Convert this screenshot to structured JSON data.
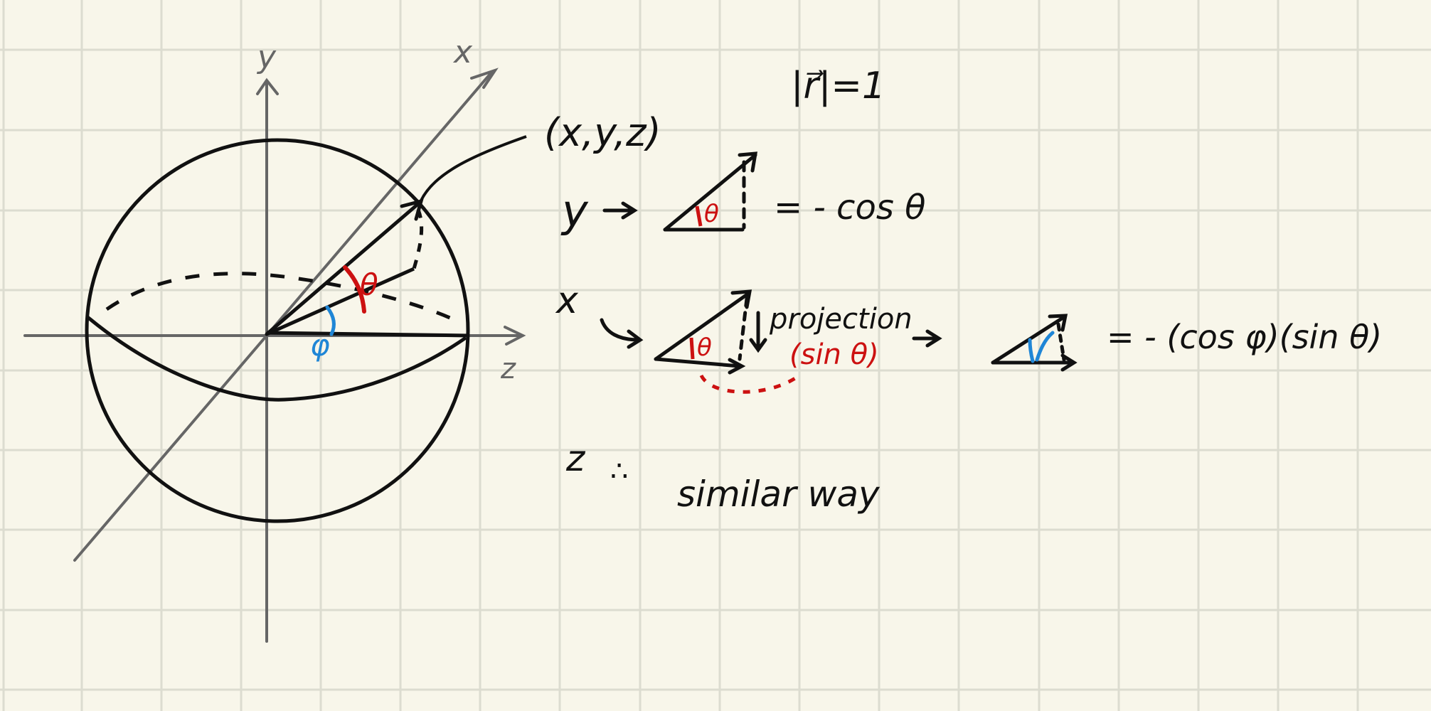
{
  "colors": {
    "paper": "#f8f6ea",
    "grid": "#dcdcd0",
    "ink": "#111111",
    "axis": "#666666",
    "theta": "#cc1111",
    "phi": "#1f86d6"
  },
  "sphere": {
    "axis_y": "y",
    "axis_x": "x",
    "axis_z": "z",
    "point": "(x,y,z)",
    "norm_note": "|r⃗|=1",
    "theta": "θ",
    "phi": "φ"
  },
  "rows": {
    "y_label": "y",
    "y_tri_theta": "θ",
    "y_result": "= - cos θ",
    "x_label": "x",
    "x_tri_theta": "θ",
    "projection": "projection",
    "sin_theta": "(sin θ)",
    "x_result": "= - (cos φ)(sin θ)",
    "z_label": "z",
    "z_dots": "∴",
    "z_note": "similar way"
  }
}
